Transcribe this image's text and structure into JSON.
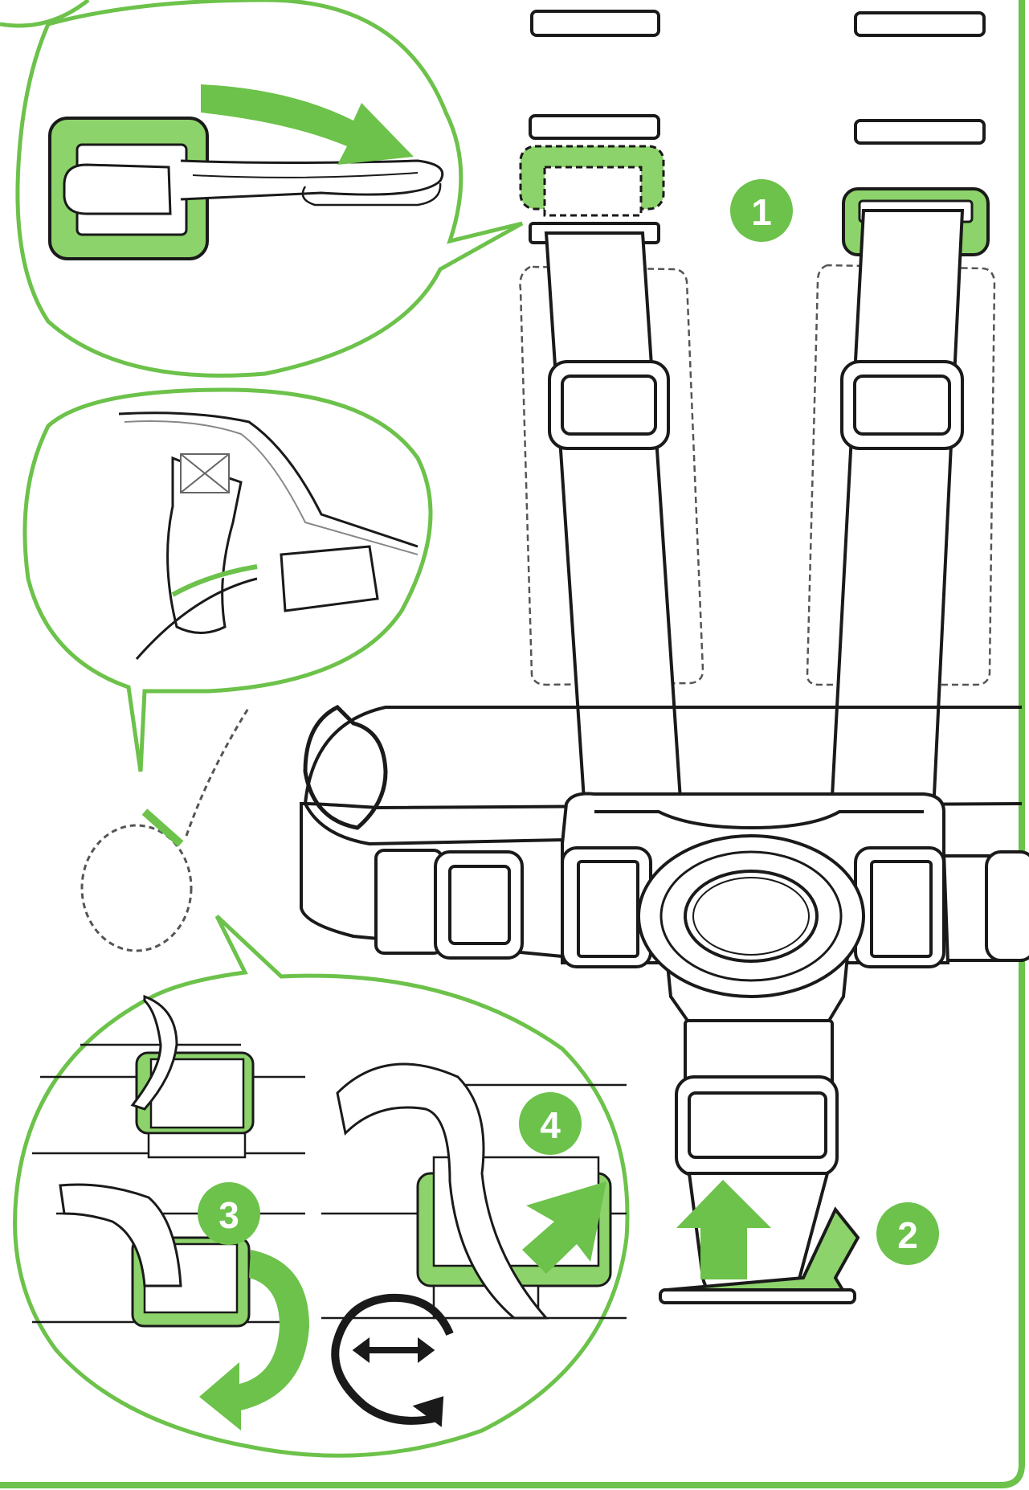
{
  "colors": {
    "accent": "#6cc24a",
    "accent_fill": "#8dd36b",
    "line": "#1a1a1a",
    "light_line": "#9a9a9a",
    "background": "#ffffff"
  },
  "steps": [
    {
      "id": "step-1",
      "label": "1"
    },
    {
      "id": "step-2",
      "label": "2"
    },
    {
      "id": "step-3",
      "label": "3"
    },
    {
      "id": "step-4",
      "label": "4"
    }
  ],
  "icons": {
    "rotate": "rotate-adjust-icon",
    "arrows": [
      "curved-arrow-icon",
      "up-arrow-icon",
      "right-arrow-icon",
      "rotate-arrow-icon"
    ]
  }
}
